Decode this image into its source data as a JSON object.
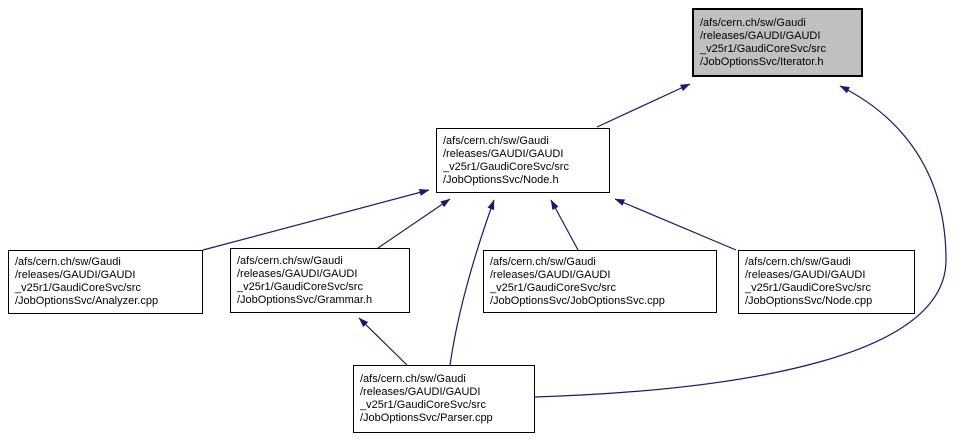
{
  "graph": {
    "type": "include-dependency-graph",
    "background_color": "#ffffff",
    "edge_color": "#191970",
    "node_border_color": "#000000",
    "node_fill_color": "#ffffff",
    "highlighted_node_fill_color": "#c0c0c0",
    "nodes": [
      {
        "id": "iterator_h",
        "label": "/afs/cern.ch/sw/Gaudi\n/releases/GAUDI/GAUDI\n_v25r1/GaudiCoreSvc/src\n/JobOptionsSvc/Iterator.h",
        "highlighted": true
      },
      {
        "id": "node_h",
        "label": "/afs/cern.ch/sw/Gaudi\n/releases/GAUDI/GAUDI\n_v25r1/GaudiCoreSvc/src\n/JobOptionsSvc/Node.h",
        "highlighted": false
      },
      {
        "id": "analyzer_cpp",
        "label": "/afs/cern.ch/sw/Gaudi\n/releases/GAUDI/GAUDI\n_v25r1/GaudiCoreSvc/src\n/JobOptionsSvc/Analyzer.cpp",
        "highlighted": false
      },
      {
        "id": "grammar_h",
        "label": "/afs/cern.ch/sw/Gaudi\n/releases/GAUDI/GAUDI\n_v25r1/GaudiCoreSvc/src\n/JobOptionsSvc/Grammar.h",
        "highlighted": false
      },
      {
        "id": "joboptionssvc_cpp",
        "label": "/afs/cern.ch/sw/Gaudi\n/releases/GAUDI/GAUDI\n_v25r1/GaudiCoreSvc/src\n/JobOptionsSvc/JobOptionsSvc.cpp",
        "highlighted": false
      },
      {
        "id": "node_cpp",
        "label": "/afs/cern.ch/sw/Gaudi\n/releases/GAUDI/GAUDI\n_v25r1/GaudiCoreSvc/src\n/JobOptionsSvc/Node.cpp",
        "highlighted": false
      },
      {
        "id": "parser_cpp",
        "label": "/afs/cern.ch/sw/Gaudi\n/releases/GAUDI/GAUDI\n_v25r1/GaudiCoreSvc/src\n/JobOptionsSvc/Parser.cpp",
        "highlighted": false
      }
    ],
    "edges": [
      {
        "from": "node_h",
        "to": "iterator_h"
      },
      {
        "from": "parser_cpp",
        "to": "iterator_h"
      },
      {
        "from": "analyzer_cpp",
        "to": "node_h"
      },
      {
        "from": "grammar_h",
        "to": "node_h"
      },
      {
        "from": "parser_cpp",
        "to": "node_h"
      },
      {
        "from": "joboptionssvc_cpp",
        "to": "node_h"
      },
      {
        "from": "node_cpp",
        "to": "node_h"
      },
      {
        "from": "parser_cpp",
        "to": "grammar_h"
      }
    ]
  }
}
